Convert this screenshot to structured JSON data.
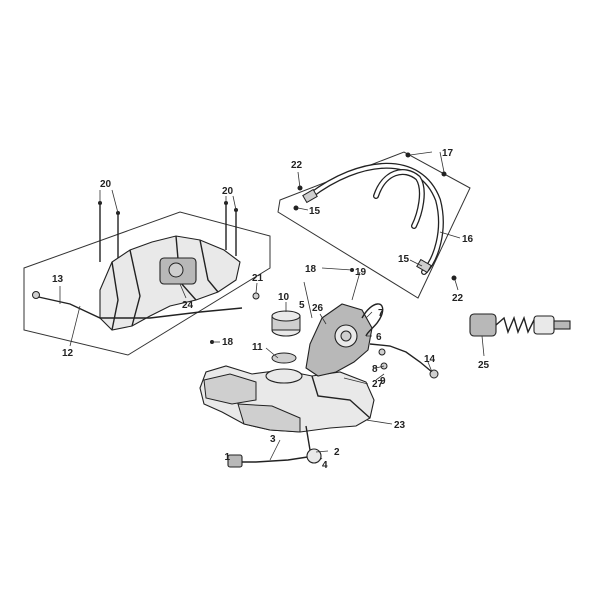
{
  "diagram": {
    "callouts": {
      "c1": "1",
      "c2": "2",
      "c3": "3",
      "c4": "4",
      "c5": "5",
      "c6": "6",
      "c7": "7",
      "c8": "8",
      "c9": "9",
      "c10": "10",
      "c11": "11",
      "c12": "12",
      "c13": "13",
      "c14": "14",
      "c15a": "15",
      "c15b": "15",
      "c16": "16",
      "c17": "17",
      "c18a": "18",
      "c18b": "18",
      "c19": "19",
      "c20a": "20",
      "c20b": "20",
      "c21": "21",
      "c22a": "22",
      "c22b": "22",
      "c23": "23",
      "c24": "24",
      "c25": "25",
      "c26": "26",
      "c27": "27"
    }
  }
}
